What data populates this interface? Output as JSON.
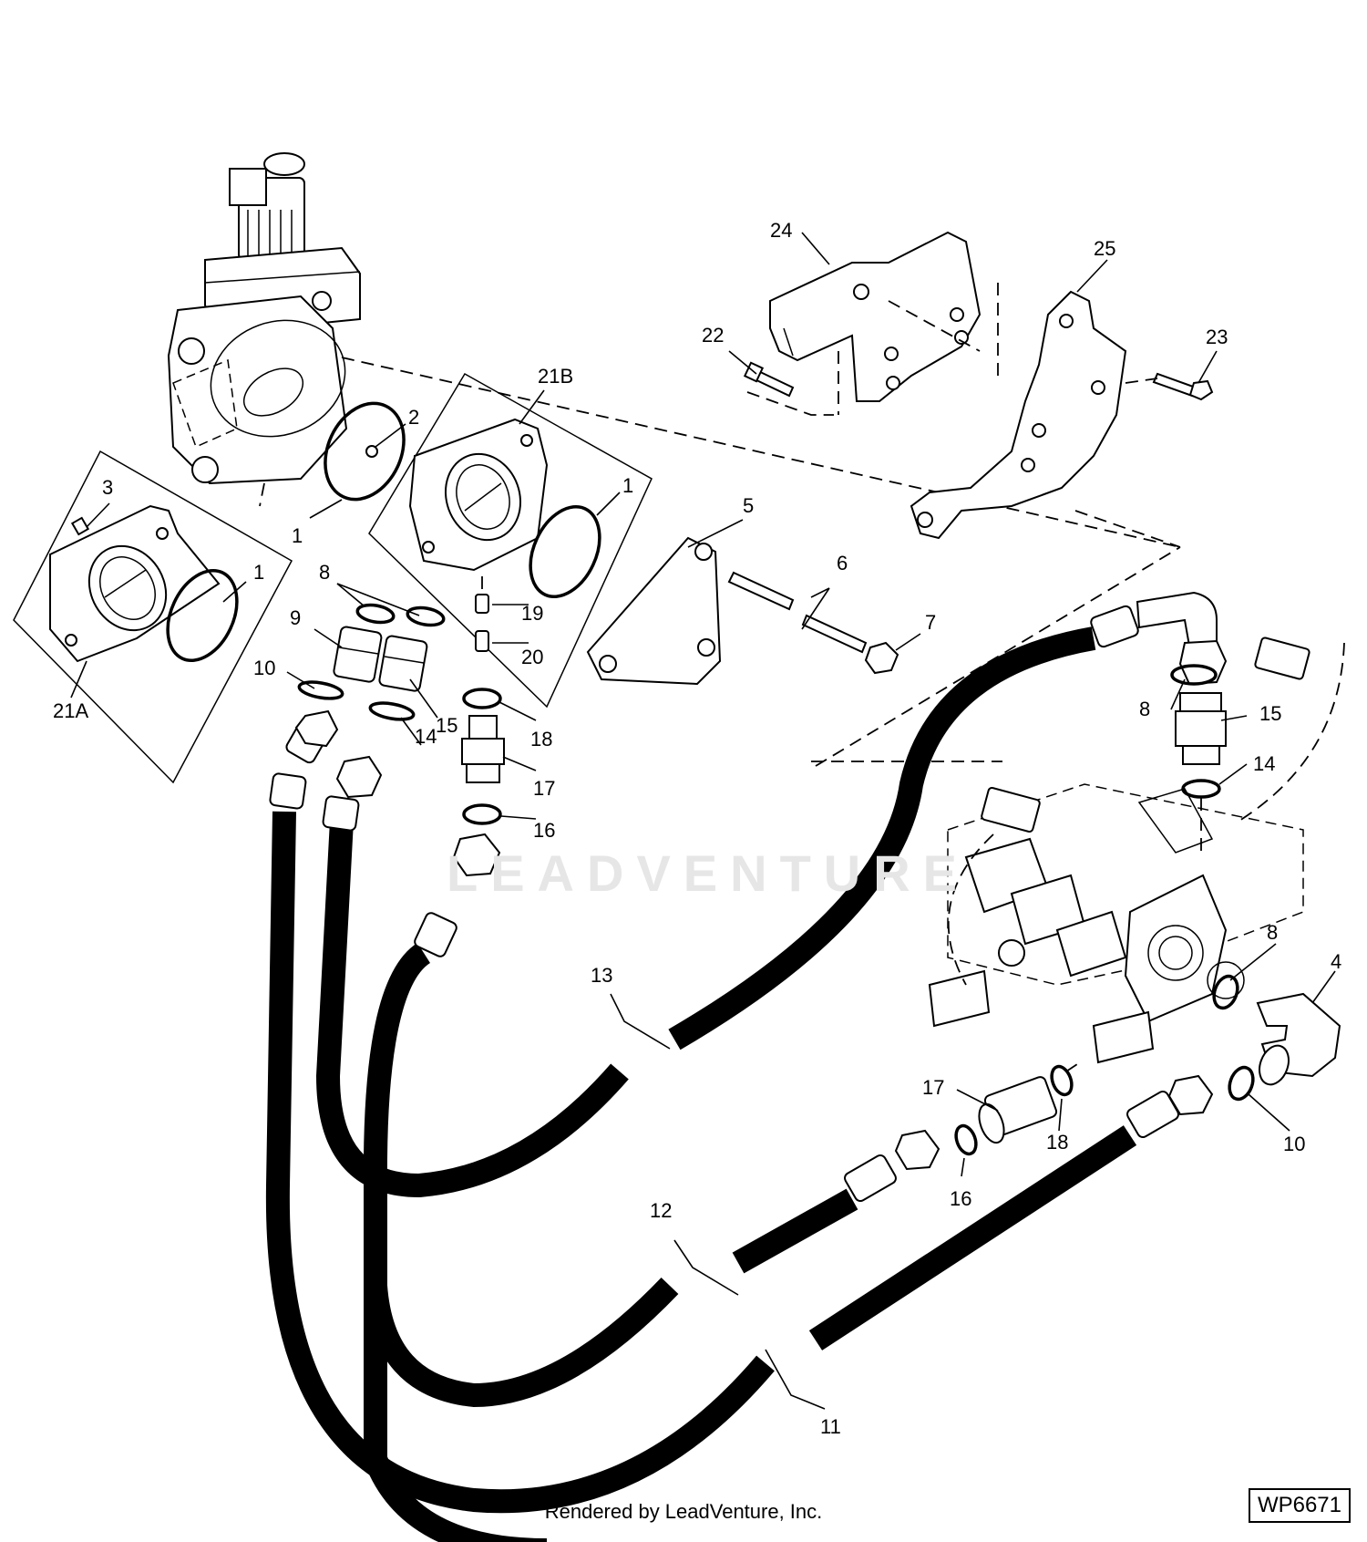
{
  "footer": {
    "credit": "Rendered by LeadVenture, Inc.",
    "figure_id": "WP6671"
  },
  "watermark": "LEADVENTURE",
  "callouts": {
    "c1a": "1",
    "c1b": "1",
    "c1c": "1",
    "c2": "2",
    "c3": "3",
    "c4": "4",
    "c5": "5",
    "c6": "6",
    "c7": "7",
    "c8a": "8",
    "c8b": "8",
    "c8c": "8",
    "c9": "9",
    "c10a": "10",
    "c10b": "10",
    "c11": "11",
    "c12": "12",
    "c13": "13",
    "c14a": "14",
    "c14b": "14",
    "c15a": "15",
    "c15b": "15",
    "c16a": "16",
    "c16b": "16",
    "c17a": "17",
    "c17b": "17",
    "c18a": "18",
    "c18b": "18",
    "c19": "19",
    "c20": "20",
    "c21a": "21A",
    "c21b": "21B",
    "c22": "22",
    "c23": "23",
    "c24": "24",
    "c25": "25"
  }
}
